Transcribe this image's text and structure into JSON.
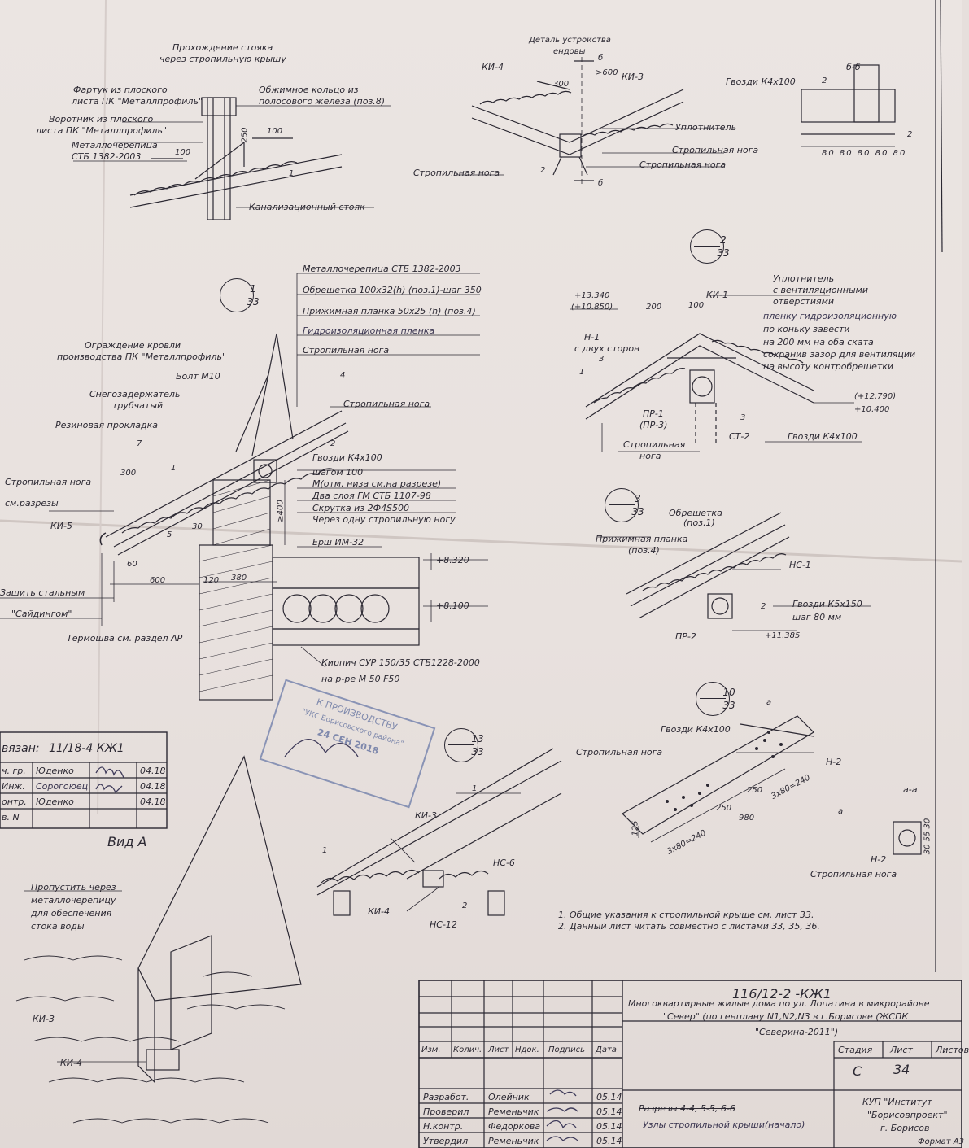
{
  "sheet": {
    "code": "116/12-2    -КЖ1",
    "project_title_line1": "Многоквартирные жилые дома по ул. Лопатина в микрорайоне",
    "project_title_line2": "\"Север\" (по генплану N1,N2,N3 в г.Борисове (ЖСПК",
    "project_title_line3": "\"Северина-2011\")",
    "stage_label": "Стадия",
    "sheet_label": "Лист",
    "sheets_label": "Листов",
    "stage_value": "С",
    "sheet_value": "34",
    "drawing_title_struck": "Разрезы 4-4, 5-5, 6-6",
    "drawing_title": "Узлы стропильной крыши(начало)",
    "org_line1": "КУП \"Институт",
    "org_line2": "\"Борисовпроект\"",
    "org_line3": "г. Борисов",
    "format": "Формат А3",
    "header_cols": [
      "Изм.",
      "Колич.",
      "Лист",
      "Ндок.",
      "Подпись",
      "Дата"
    ],
    "signatures": [
      {
        "role": "Разработ.",
        "name": "Олейник",
        "date": "05.14"
      },
      {
        "role": "Проверил",
        "name": "Ременьчик",
        "date": "05.14"
      },
      {
        "role": "Н.контр.",
        "name": "Федоркова",
        "date": "05.14"
      },
      {
        "role": "Утвердил",
        "name": "Ременьчик",
        "date": "05.14"
      }
    ]
  },
  "approval_block": {
    "title": "вязан:",
    "code": "11/18-4 КЖ1",
    "rows": [
      {
        "role": "ч. гр.",
        "name": "Юденко",
        "date": "04.18"
      },
      {
        "role": "Инж.",
        "name": "Сорогоюец",
        "date": "04.18"
      },
      {
        "role": "онтр.",
        "name": "Юденко",
        "date": "04.18"
      },
      {
        "role": "в. N",
        "name": "",
        "date": ""
      }
    ]
  },
  "stamp": {
    "line1": "К ПРОИЗВОДСТВУ",
    "line2": "\"УКС Борисовского района\"",
    "date": "24 СЕН 2018"
  },
  "detail_stack": {
    "title_line1": "Прохождение стояка",
    "title_line2": "через стропильную крышу",
    "apron": "Фартук из плоского",
    "apron2": "листа ПК \"Металлпрофиль\"",
    "collar": "Воротник из плоского",
    "collar2": "листа ПК \"Металлпрофиль\"",
    "tile": "Металлочерепица",
    "tile2": "СТБ 1382-2003",
    "ring": "Обжимное кольцо из",
    "ring2": "полосового железа (поз.8)",
    "riser": "Канализационный стояк",
    "dim_100a": "100",
    "dim_100b": "100",
    "dim_250": "250",
    "num_1": "1"
  },
  "detail_valley": {
    "title_line1": "Деталь устройства",
    "title_line2": "ендовы",
    "ki4": "КИ-4",
    "ki3": "КИ-3",
    "dim_300": "300",
    "dim_600": ">600",
    "cut": "б",
    "seal": "Уплотнитель",
    "rafter1": "Стропильная нога",
    "rafter2": "Стропильная нога",
    "rafter3": "Стропильная нога",
    "num_2": "2"
  },
  "detail_bb": {
    "title": "б-б",
    "nails": "Гвозди К4х100",
    "num_2a": "2",
    "num_2b": "2",
    "dims": "80 80 80 80 80"
  },
  "node1": {
    "num": "1",
    "sheet": "33",
    "c1": "Металлочерепица СТБ 1382-2003",
    "c2": "Обрешетка 100х32(h) (поз.1)-шаг 350",
    "c3": "Прижимная планка 50х25 (h) (поз.4)",
    "c4": "Гидроизоляционная пленка",
    "c5": "Стропильная нога",
    "fence": "Ограждение кровли",
    "fence2": "производства ПК \"Металлпрофиль\"",
    "bolt": "Болт М10",
    "snow": "Снегозадержатель",
    "snow2": "трубчатый",
    "gasket": "Резиновая прокладка",
    "rafter_r": "Стропильная нога",
    "rafter_l": "Стропильная нога",
    "sections": "см.разрезы",
    "ki5": "КИ-5",
    "nails": "Гвозди К4х100",
    "nails_step": "шагом 100",
    "m_note": "М(отм. низа см.на разрезе)",
    "gm": "Два слоя ГМ СТБ 1107-98",
    "twist": "Скрутка из 2Ф4S500",
    "twist2": "Через одну стропильную ногу",
    "ersh": "Ерш ИМ-32",
    "siding": "Зашить стальным",
    "siding2": "\"Сайдингом\"",
    "thermo": "Термошва см. раздел АР",
    "brick": "Кирпич СУР 150/35 СТБ1228-2000",
    "brick2": "на р-ре М 50 F50",
    "elev1": "+8.320",
    "elev2": "+8.100",
    "dim_300": "300",
    "dim_600": "600",
    "dim_60": "60",
    "dim_30": "30",
    "dim_120": "120",
    "dim_380": "380",
    "dim_400": "≥400",
    "n1": "1",
    "n2": "2",
    "n4": "4",
    "n5": "5",
    "n7": "7"
  },
  "node2": {
    "num": "2",
    "sheet": "33",
    "elev_a": "+13.340",
    "elev_b": "(+10.850)",
    "ki1": "КИ-1",
    "dim_200": "200",
    "dim_100": "100",
    "seal": "Уплотнитель",
    "seal2": "с вентиляционными",
    "seal3": "отверстиями",
    "film": "пленку гидроизоляционную",
    "film2": "по коньку завести",
    "film3": "на 200 мм на оба ската",
    "film4": "сохранив зазор для вентиляции",
    "film5": "на высоту контробрешетки",
    "h1": "Н-1",
    "h1b": "с двух сторон",
    "pr1": "ПР-1",
    "pr3": "(ПР-3)",
    "ct2": "СТ-2",
    "nails": "Гвозди К4х100",
    "rafter": "Стропильная",
    "rafter2": "нога",
    "elev_c": "(+12.790)",
    "elev_d": "+10.400",
    "n1": "1",
    "n3a": "3",
    "n3b": "3"
  },
  "node3": {
    "num": "3",
    "sheet": "33",
    "lath": "Обрешетка",
    "lath2": "(поз.1)",
    "strip": "Прижимная планка",
    "strip2": "(поз.4)",
    "hc1": "НС-1",
    "nails": "Гвозди К5х150",
    "nails2": "шаг 80 мм",
    "pr2": "ПР-2",
    "elev": "+11.385",
    "n2": "2"
  },
  "node10": {
    "num": "10",
    "sheet": "33",
    "nails": "Гвозди К4х100",
    "rafter": "Стропильная нога",
    "h2": "Н-2",
    "cut": "а",
    "d250a": "250",
    "d250b": "250",
    "d3x80a": "3х80=240",
    "d3x80b": "3х80=240",
    "d980": "980",
    "d125": "125",
    "aa_title": "а-а",
    "aa_h2": "Н-2",
    "aa_rafter": "Стропильная нога",
    "aa_dims": "30 55 30"
  },
  "node13": {
    "num": "13",
    "sheet": "33",
    "ki3": "КИ-3",
    "ki4": "КИ-4",
    "hc6": "НС-6",
    "hc12": "НС-12",
    "n1a": "1",
    "n1b": "1",
    "n2": "2"
  },
  "view_a": {
    "title": "Вид А",
    "note1": "Пропустить через",
    "note2": "металлочерепицу",
    "note3": "для обеспечения",
    "note4": "стока воды",
    "ki3": "КИ-3",
    "ki4": "КИ-4"
  },
  "notes": {
    "n1": "1. Общие указания к стропильной крыше см. лист 33.",
    "n2": "2. Данный лист читать совместно с листами 33, 35, 36."
  }
}
